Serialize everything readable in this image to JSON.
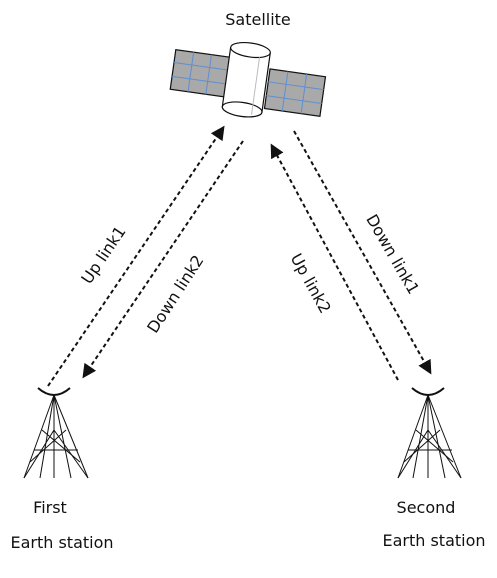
{
  "satellite": {
    "label": "Satellite",
    "colors": {
      "panel_fill": "#a9a9a9",
      "panel_grid": "#5f8fd0",
      "body_fill": "#ffffff",
      "outline": "#111111"
    }
  },
  "links": {
    "up_link1": "Up link1",
    "down_link2": "Down link2",
    "up_link2": "Up link2",
    "down_link1": "Down link1"
  },
  "stations": {
    "first": {
      "line1": "First",
      "line2": "Earth station"
    },
    "second": {
      "line1": "Second",
      "line2": "Earth station"
    }
  }
}
